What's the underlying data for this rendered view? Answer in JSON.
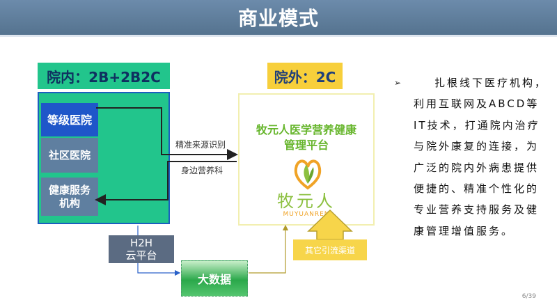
{
  "header": {
    "title": "商业模式"
  },
  "inner": {
    "label": "院内：2B+2B2C",
    "items": [
      "等级医院",
      "社区医院",
      "健康服务\n机构"
    ]
  },
  "outer": {
    "label": "院外：2C"
  },
  "platform": {
    "title": "牧元人医学营养健康\n管理平台",
    "logo_cn": "牧元人",
    "logo_en": "MUYUANREN",
    "icon": "heart-leaf-logo-icon"
  },
  "arrows": {
    "top_label": "精准来源识别",
    "bottom_label": "身边营养科"
  },
  "h2h": {
    "line1": "H2H",
    "line2": "云平台"
  },
  "bigdata": {
    "label": "大数据"
  },
  "channels": {
    "label": "其它引流渠道"
  },
  "description": {
    "bullet": "➢",
    "text": "扎根线下医疗机构，利用互联网及ABCD等IT技术，打通院内治疗与院外康复的连接，为广泛的院内外病患提供便捷的、精准个性化的专业营养支持服务及健康管理增值服务。"
  },
  "footer": {
    "page": "6/39"
  },
  "colors": {
    "title_bar": "#5f7d9c",
    "inner_green": "#22c58c",
    "outer_yellow": "#f7cf3b",
    "hospital_blue": "#1f56c9",
    "gray_blue": "#5f7fa0",
    "logo_green": "#8cc040",
    "logo_orange": "#f0a326"
  }
}
